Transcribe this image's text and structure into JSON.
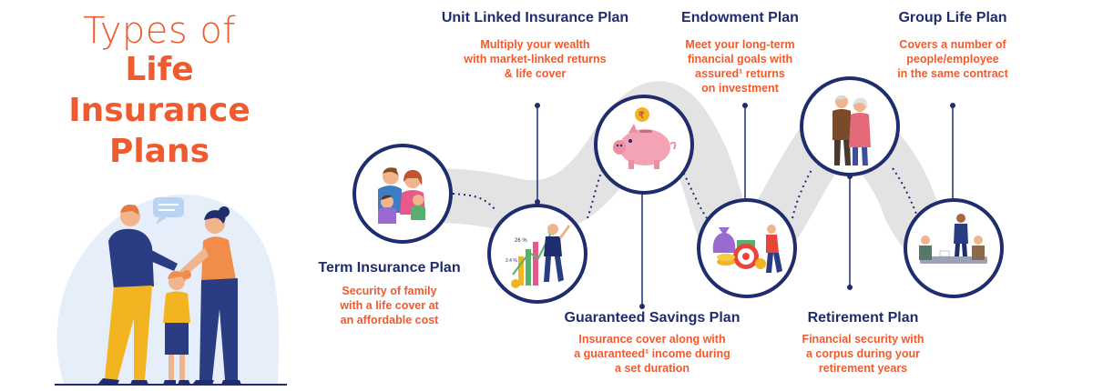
{
  "heading": {
    "line1": "Types of",
    "line2": "Life",
    "line3": "Insurance",
    "line4": "Plans"
  },
  "plans": [
    {
      "title": "Term Insurance Plan",
      "desc": [
        "Security of family",
        "with a life cover at",
        "an affordable cost"
      ],
      "icon": "family-icon"
    },
    {
      "title": "Unit Linked Insurance Plan",
      "desc": [
        "Multiply your wealth",
        "with market-linked returns",
        "& life cover"
      ],
      "icon": "growth-chart-icon"
    },
    {
      "title": "Guaranteed Savings Plan",
      "desc": [
        "Insurance cover along with",
        "a guaranteed¹ income during",
        "a set duration"
      ],
      "icon": "piggy-bank-icon"
    },
    {
      "title": "Endowment Plan",
      "desc": [
        "Meet your long-term",
        "financial goals with",
        "assured¹ returns",
        "on investment"
      ],
      "icon": "money-target-icon"
    },
    {
      "title": "Retirement Plan",
      "desc": [
        "Financial security with",
        "a corpus during your",
        "retirement years"
      ],
      "icon": "elderly-couple-icon"
    },
    {
      "title": "Group Life Plan",
      "desc": [
        "Covers a number of",
        "people/employee",
        "in the same contract"
      ],
      "icon": "meeting-group-icon"
    }
  ],
  "icon_labels": {
    "chart_pct": "26 %",
    "chart_small": "2.4 %",
    "coin_symbol": "₹"
  },
  "colors": {
    "accent": "#ef5b2e",
    "navy": "#1f2d6e",
    "ring": "#1f2d6e",
    "wave": "#e3e3e3"
  }
}
